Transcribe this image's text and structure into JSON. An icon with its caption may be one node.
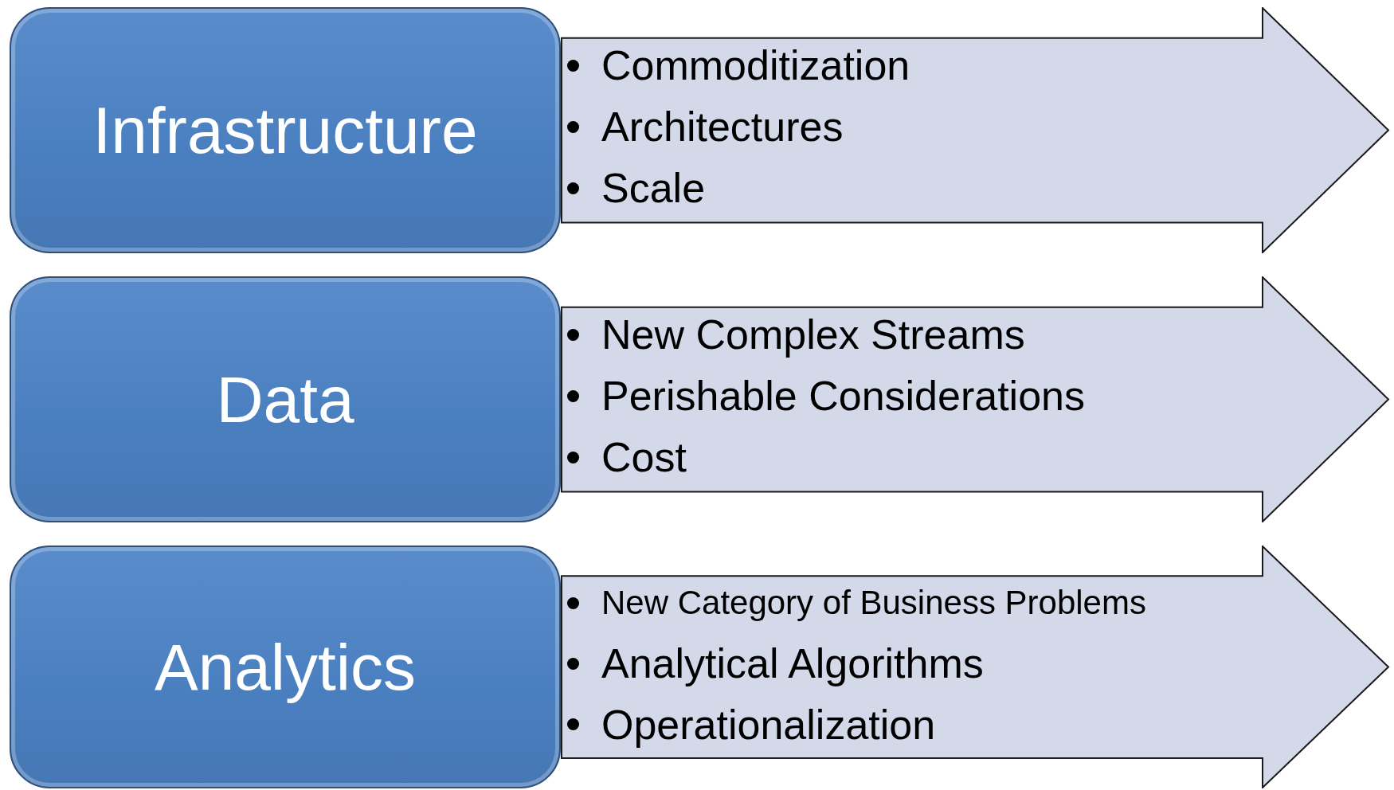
{
  "diagram": {
    "nodes": [
      {
        "text": [
          "Infrastructure"
        ]
      },
      {
        "text": [
          "Commoditization",
          "Architectures",
          "Scale"
        ]
      },
      {
        "text": [
          "Data"
        ]
      },
      {
        "text": [
          "New Complex Streams",
          "Perishable Considerations",
          "Cost"
        ]
      },
      {
        "text": [
          "Analytics"
        ]
      },
      {
        "text": [
          "New Category of Business Problems",
          "Analytical Algorithms",
          "Operationalization"
        ]
      }
    ]
  }
}
